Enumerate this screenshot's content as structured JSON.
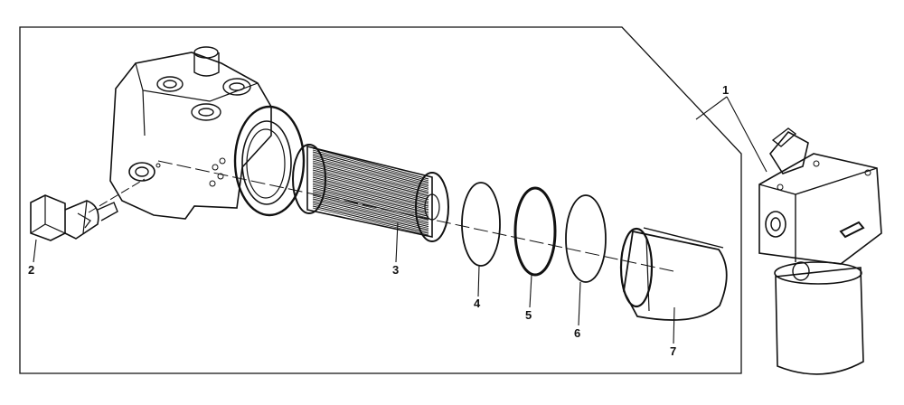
{
  "callouts": [
    "1",
    "2",
    "3",
    "4",
    "5",
    "6",
    "7"
  ]
}
